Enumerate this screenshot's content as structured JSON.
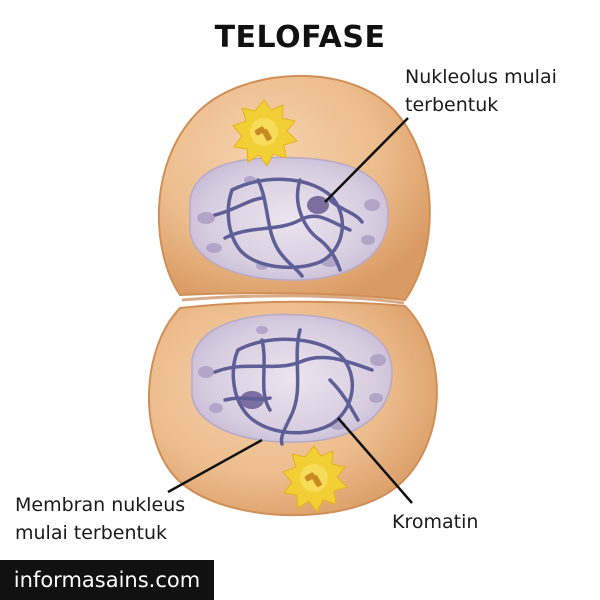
{
  "diagram": {
    "title": "TELOFASE",
    "labels": {
      "nucleolus": {
        "line1": "Nukleolus mulai",
        "line2": "terbentuk"
      },
      "membrane": {
        "line1": "Membran nukleus",
        "line2": "mulai terbentuk"
      },
      "chromatin": "Kromatin"
    },
    "watermark": "informasains.com"
  },
  "colors": {
    "cytoplasm": "#eab88a",
    "cytoplasm_shadow": "#d99a63",
    "nucleus": "#d8cfe0",
    "chromatin": "#5d5f96",
    "nucleolus": "#7c6ea0",
    "centrosome": "#f2cf34",
    "leader_line": "#111111"
  },
  "icons": {
    "centrosome_top": "centrosome-icon",
    "centrosome_bottom": "centrosome-icon"
  }
}
